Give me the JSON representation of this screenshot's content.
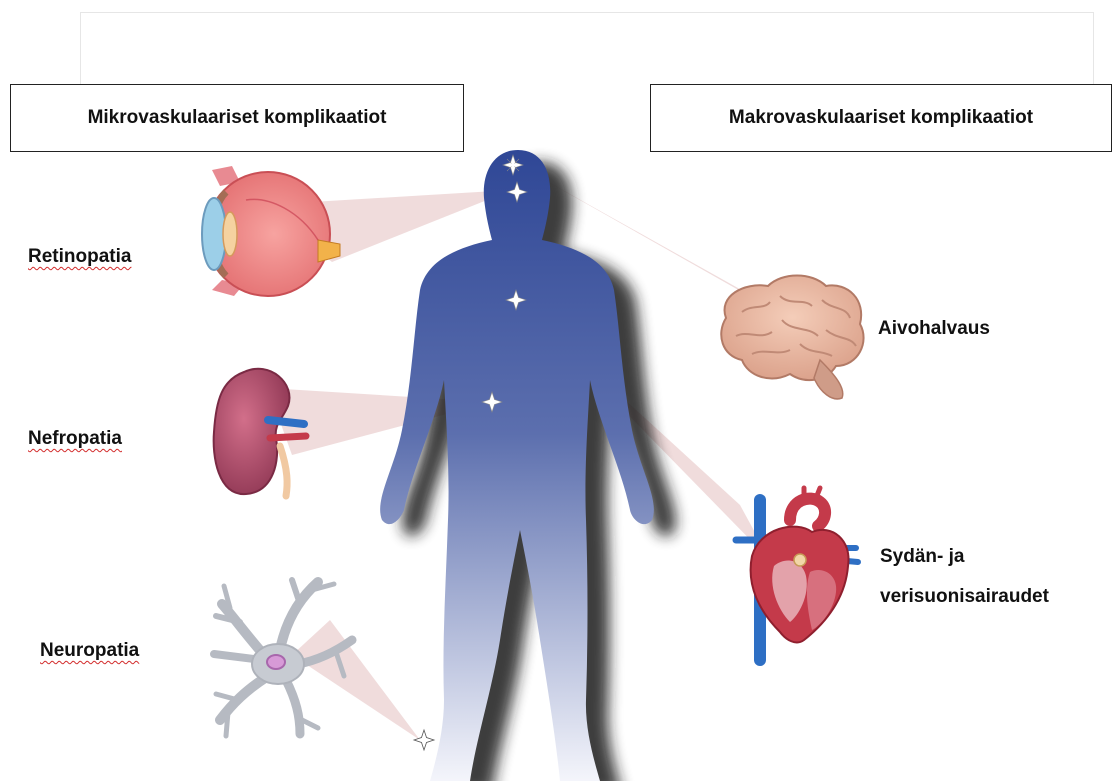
{
  "headers": {
    "micro": "Mikrovaskulaariset komplikaatiot",
    "macro": "Makrovaskulaariset komplikaatiot"
  },
  "labels": {
    "retinopathy": "Retinopatia",
    "nephropathy": "Nefropatia",
    "neuropathy": "Neuropatia",
    "stroke": "Aivohalvaus",
    "cardio_line1": "Sydän- ja",
    "cardio_line2": "verisuonisairaudet"
  },
  "icons": [
    "eye-icon",
    "kidney-icon",
    "neuron-icon",
    "brain-icon",
    "heart-icon",
    "star-icon"
  ],
  "colors": {
    "body_top": "#3b4f9a",
    "body_bottom": "#f4f5fb",
    "beam": "#e8c8c8",
    "eye": "#f08a8a",
    "kidney": "#b04a6a",
    "brain": "#e9b9a3",
    "heart": "#c43a4a",
    "vessel": "#2e6fc4",
    "neuron": "#b8bcc4"
  }
}
